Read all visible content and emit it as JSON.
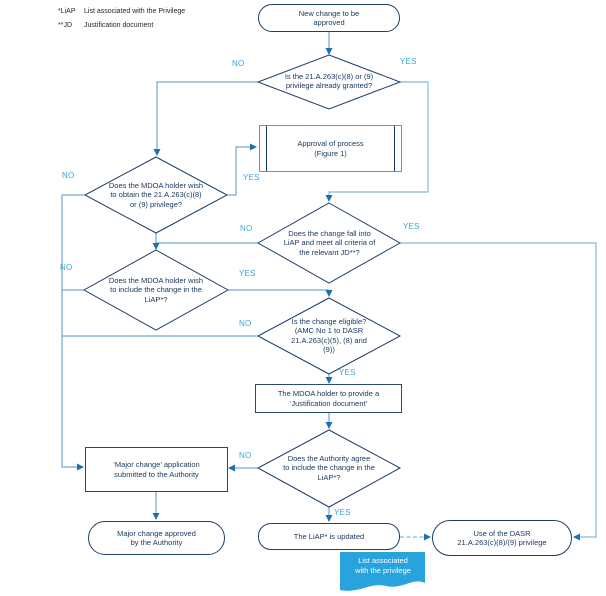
{
  "legend": {
    "items": [
      {
        "term": "*LiAP",
        "definition": "List associated with the Privilege"
      },
      {
        "term": "**JD",
        "definition": "Justification document"
      }
    ]
  },
  "nodes": {
    "start": {
      "type": "terminator",
      "lines": [
        "New change to be",
        "approved"
      ]
    },
    "d1": {
      "type": "decision",
      "lines": [
        "Is the 21.A.263(c)(8) or (9)",
        "privilege already granted?"
      ]
    },
    "approval": {
      "type": "predefined-process",
      "lines": [
        "Approval of process",
        "(Figure 1)"
      ]
    },
    "d2": {
      "type": "decision",
      "lines": [
        "Does the MDOA holder wish",
        "to obtain the 21.A.263(c)(8)",
        "or (9) privilege?"
      ]
    },
    "d3": {
      "type": "decision",
      "lines": [
        "Does the change fall into",
        "LiAP and meet all criteria of",
        "the relevant JD**?"
      ]
    },
    "d4": {
      "type": "decision",
      "lines": [
        "Does the MDOA holder wish",
        "to include the change in the",
        "LiAP*?"
      ]
    },
    "d5": {
      "type": "decision",
      "lines": [
        "Is the change eligible?",
        "(AMC No 1 to DASR",
        "21.A.263(c)(5), (8) and",
        "(9))"
      ]
    },
    "justif": {
      "type": "process",
      "lines": [
        "The MDOA holder to provide a",
        "‘Justification document’"
      ]
    },
    "d6": {
      "type": "decision",
      "lines": [
        "Does the Authority agree",
        "to include the change in the",
        "LiAP*?"
      ]
    },
    "major_app": {
      "type": "process",
      "lines": [
        "‘Major change’ application",
        "submitted to the Authority"
      ]
    },
    "major_approved": {
      "type": "terminator",
      "lines": [
        "Major change approved",
        "by the Authority"
      ]
    },
    "liap_updated": {
      "type": "terminator",
      "lines": [
        "The LiAP* is updated"
      ]
    },
    "use_privilege": {
      "type": "terminator",
      "lines": [
        "Use of the DASR",
        "21.A.263(c)(8)/(9) privilege"
      ]
    },
    "callout": {
      "type": "annotation",
      "lines": [
        "List associated",
        "with the privilege"
      ]
    }
  },
  "edges": {
    "d1_no": "NO",
    "d1_yes": "YES",
    "d2_no": "NO",
    "d2_yes": "YES",
    "d3_no": "NO",
    "d3_yes": "YES",
    "d4_no": "NO",
    "d4_yes": "YES",
    "d5_no": "NO",
    "d5_yes": "YES",
    "d6_no": "NO",
    "d6_yes": "YES"
  },
  "colors": {
    "connector": "#4e96cc",
    "connector_light": "#8cb8da",
    "edge_label": "#38a5dc",
    "arrowhead": "#1f6fb5",
    "shape_border": "#1f3d6b",
    "text": "#17365d",
    "callout_fill": "#29a3de",
    "callout_text": "#ffffff"
  }
}
